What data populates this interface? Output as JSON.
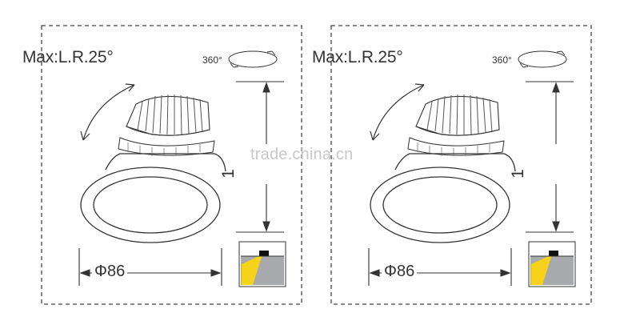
{
  "panels": [
    {
      "max_label": "Max:L.R.25°",
      "rotation_label": "360°",
      "diameter_label": "Φ86",
      "height_label": "1"
    },
    {
      "max_label": "Max:L.R.25°",
      "rotation_label": "360°",
      "diameter_label": "Φ86",
      "height_label": "1"
    }
  ],
  "watermark": "trade.china.cn",
  "colors": {
    "beam": "#f6d31a",
    "wall": "#a7a9ac",
    "line": "#333333",
    "dash": "#444444"
  }
}
